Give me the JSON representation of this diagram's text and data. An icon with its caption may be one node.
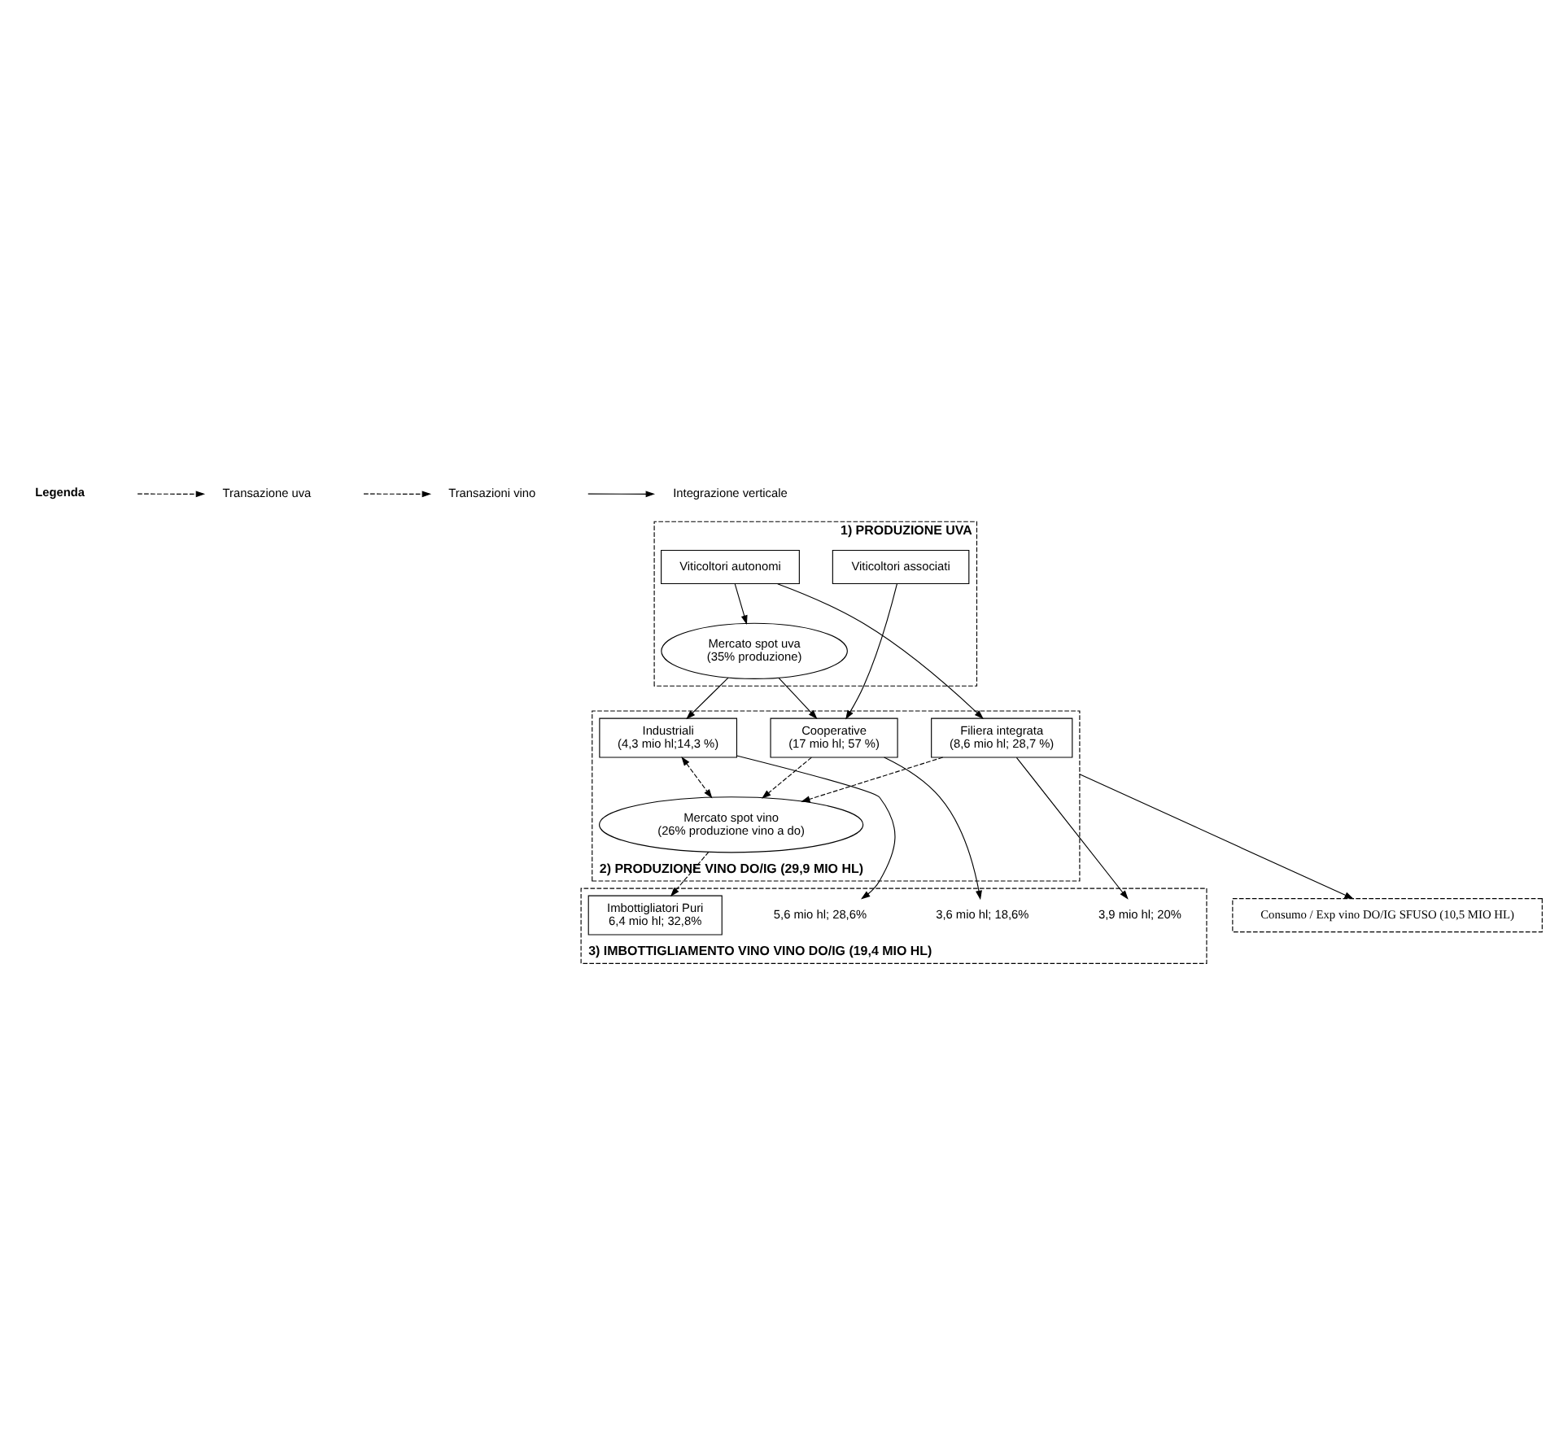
{
  "diagram": {
    "nodes": [
      {
        "text": [
          "1) PRODUZIONE UVA"
        ]
      },
      {
        "text": [
          "Viticoltori autonomi"
        ],
        "in": 0
      },
      {
        "text": [
          "Viticoltori associati"
        ],
        "in": 0
      },
      {
        "text": [
          "Mercato spot uva",
          "(35% produzione)"
        ],
        "in": 0
      },
      {
        "text": [
          "2) PRODUZIONE VINO DO/IG (29,9 MIO HL)"
        ]
      },
      {
        "text": [
          "Filiera integrata",
          "(8,6 mio hl; 28,7 %)"
        ],
        "in": 4
      },
      {
        "text": [
          "Cooperative",
          "(17 mio hl; 57 %)"
        ],
        "in": 4
      },
      {
        "text": [
          "Industriali",
          "(4,3 mio hl;14,3 %)"
        ],
        "in": 4
      },
      {
        "text": [
          "Mercato spot vino",
          "(26% produzione vino a do)"
        ],
        "in": 4
      },
      {
        "text": [
          "3) IMBOTTIGLIAMENTO VINO VINO DO/IG (19,4 MIO HL)"
        ]
      },
      {
        "text": [
          "Imbottigliatori Puri",
          "6,4 mio hl; 32,8%"
        ],
        "in": 9
      },
      {
        "text": [
          "3,9 mio hl; 20%"
        ],
        "in": 9
      },
      {
        "text": [
          "5,6 mio hl; 28,6%"
        ],
        "in": 9
      },
      {
        "text": [
          "3,6 mio hl; 18,6%"
        ],
        "in": 9
      },
      {
        "text": [
          "Consumo / Exp vino DO/IG SFUSO (10,5 MIO HL)"
        ]
      }
    ],
    "edges": [
      {
        "from": 1,
        "to": 3,
        "arrow": "to"
      },
      {
        "from": 1,
        "to": 5,
        "arrow": "to"
      },
      {
        "from": 2,
        "to": 6,
        "arrow": "to"
      },
      {
        "from": 3,
        "to": 6,
        "arrow": "to"
      },
      {
        "from": 3,
        "to": 7,
        "arrow": "to"
      },
      {
        "from": 5,
        "to": 8,
        "arrow": "to",
        "style": "dashed"
      },
      {
        "from": 6,
        "to": 8,
        "arrow": "to",
        "style": "dashed"
      },
      {
        "from": 7,
        "to": 8,
        "arrow": "both",
        "style": "dashed"
      },
      {
        "from": 5,
        "to": 11,
        "arrow": "to"
      },
      {
        "from": 7,
        "to": 12,
        "arrow": "to"
      },
      {
        "from": 8,
        "to": 10,
        "arrow": "to",
        "style": "dashed"
      },
      {
        "from": 6,
        "to": 13,
        "arrow": "to"
      },
      {
        "from": 4,
        "to": 14,
        "arrow": "to"
      }
    ],
    "labels": [
      "Legenda"
    ],
    "legend": [
      {
        "text": "Transazione uva"
      },
      {
        "text": "Transazioni vino"
      },
      {
        "text": "Integrazione verticale"
      }
    ]
  }
}
